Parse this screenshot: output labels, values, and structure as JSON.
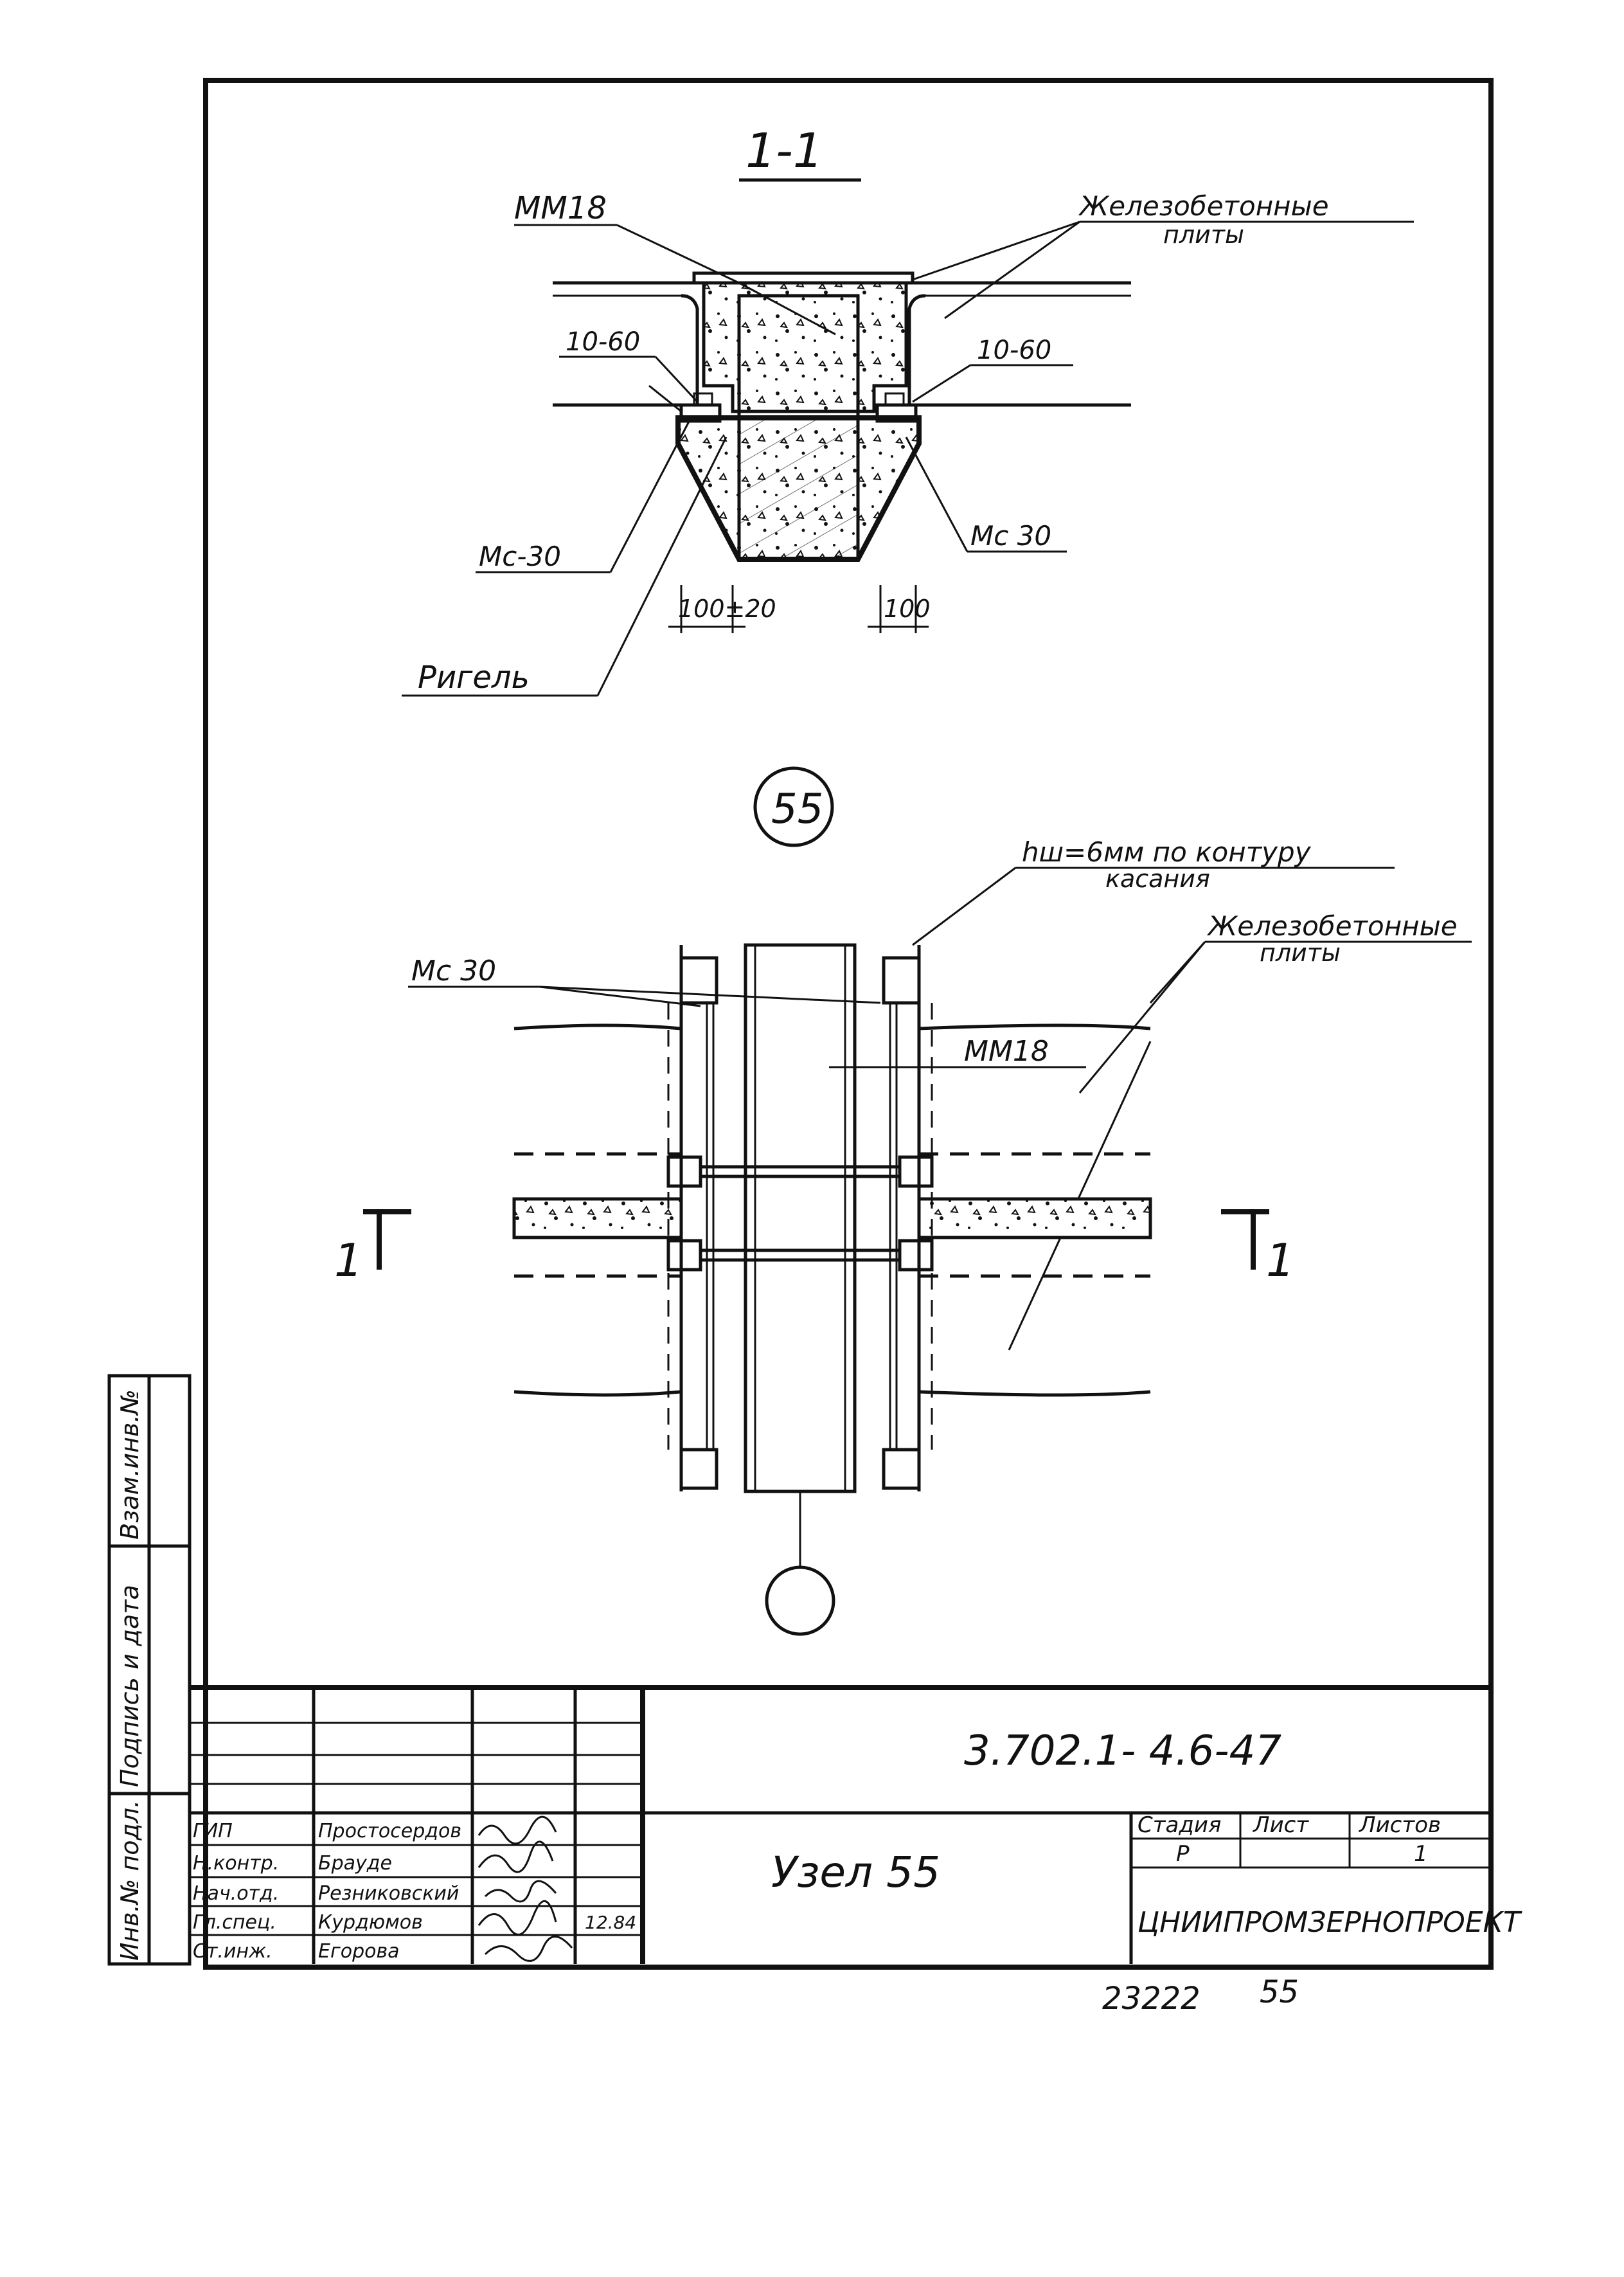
{
  "section": {
    "title": "1-1",
    "labels": {
      "mm18": "ММ18",
      "plates": "Железобетонные",
      "plates2": "плиты",
      "gap_left": "10-60",
      "gap_right": "10-60",
      "mc_left": "Мс-30",
      "mc_right": "Мс 30",
      "dim_left": "100±20",
      "dim_right": "100",
      "beam": "Ригель"
    }
  },
  "plan": {
    "node_number": "55",
    "weld_note": "hш=6мм по контуру",
    "weld_note2": "касания",
    "mc30": "Мс 30",
    "mm18": "ММ18",
    "plates": "Железобетонные",
    "plates2": "плиты",
    "cut_left": "1",
    "cut_right": "1"
  },
  "side_stamp": {
    "col1": "Инв.№ подл.",
    "col2": "Подпись и дата",
    "col3": "Взам.инв.№"
  },
  "title_block": {
    "code": "3.702.1- 4.6-47",
    "title": "Узел 55",
    "stage_header": "Стадия",
    "sheet_header": "Лист",
    "sheets_header": "Листов",
    "stage": "Р",
    "sheets": "1",
    "org": "ЦНИИПРОМЗЕРНОПРОЕКТ",
    "date": "12.84",
    "people": [
      {
        "role": "ГИП",
        "name": "Простосердов"
      },
      {
        "role": "Н.контр.",
        "name": "Брауде"
      },
      {
        "role": "Нач.отд.",
        "name": "Резниковский"
      },
      {
        "role": "Гл.спец.",
        "name": "Курдюмов"
      },
      {
        "role": "Ст.инж.",
        "name": "Егорова"
      }
    ]
  },
  "footer": {
    "archive": "23222",
    "page": "55"
  }
}
